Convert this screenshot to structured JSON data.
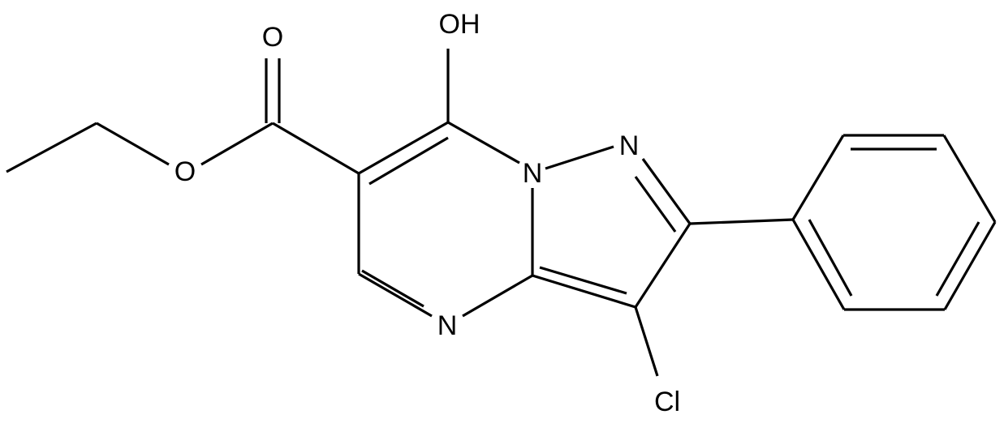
{
  "molecule": {
    "atoms": {
      "oxygen_carbonyl": "O",
      "oxygen_ester": "O",
      "hydroxyl": "OH",
      "nitrogen_bridge": "N",
      "nitrogen_pyrazole": "N",
      "nitrogen_pyrimidine": "N",
      "chlorine": "Cl"
    }
  }
}
